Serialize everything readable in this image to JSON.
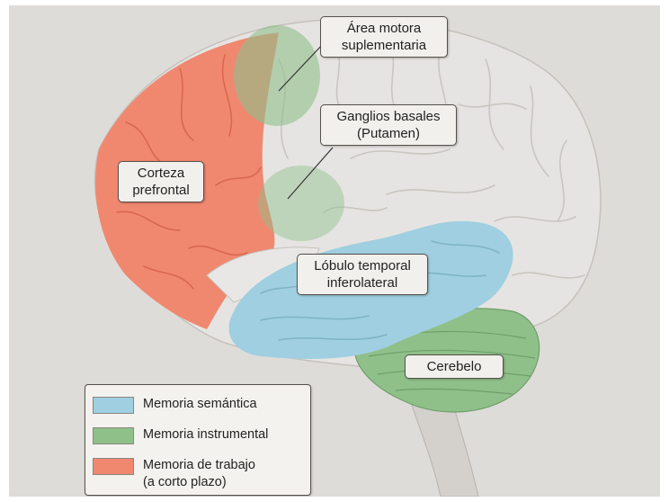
{
  "colors": {
    "semantic": "#9fcfe0",
    "instrumental": "#8fc08a",
    "working": "#f08870",
    "cortex": "#e6e4e2",
    "background": "#dedcd9"
  },
  "regions": {
    "motor_area": {
      "line1": "Área motora",
      "line2": "suplementaria"
    },
    "basal_ganglia": {
      "line1": "Ganglios basales",
      "line2": "(Putamen)"
    },
    "prefrontal": {
      "line1": "Corteza",
      "line2": "prefrontal"
    },
    "temporal": {
      "line1": "Lóbulo temporal",
      "line2": "inferolateral"
    },
    "cerebellum": {
      "line1": "Cerebelo"
    }
  },
  "legend": {
    "items": [
      {
        "color_key": "semantic",
        "line1": "Memoria semántica",
        "line2": ""
      },
      {
        "color_key": "instrumental",
        "line1": "Memoria instrumental",
        "line2": ""
      },
      {
        "color_key": "working",
        "line1": "Memoria de trabajo",
        "line2": "(a corto plazo)"
      }
    ]
  }
}
